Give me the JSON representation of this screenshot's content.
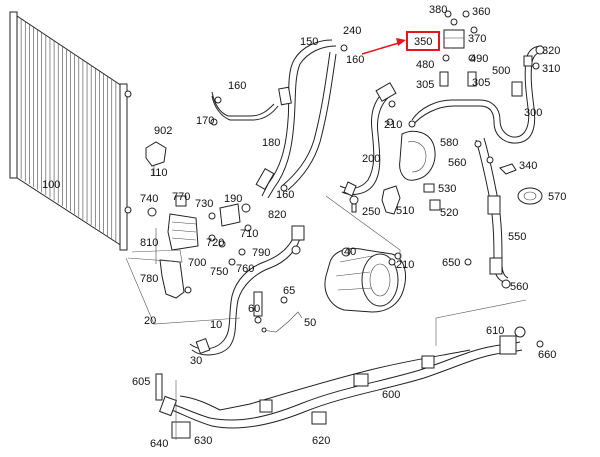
{
  "highlight": {
    "label": "350",
    "color": "#e8141b"
  },
  "colors": {
    "line": "#222222",
    "text": "#111111",
    "background": "#ffffff"
  },
  "labels": [
    {
      "id": "l100",
      "text": "100"
    },
    {
      "id": "l902",
      "text": "902"
    },
    {
      "id": "l110",
      "text": "110"
    },
    {
      "id": "l160a",
      "text": "160"
    },
    {
      "id": "l170",
      "text": "170"
    },
    {
      "id": "l150",
      "text": "150"
    },
    {
      "id": "l180",
      "text": "180"
    },
    {
      "id": "l240",
      "text": "240"
    },
    {
      "id": "l160b",
      "text": "160"
    },
    {
      "id": "l160c",
      "text": "160"
    },
    {
      "id": "l740",
      "text": "740"
    },
    {
      "id": "l770",
      "text": "770"
    },
    {
      "id": "l730",
      "text": "730"
    },
    {
      "id": "l190",
      "text": "190"
    },
    {
      "id": "l820",
      "text": "820"
    },
    {
      "id": "l810",
      "text": "810"
    },
    {
      "id": "l720",
      "text": "720"
    },
    {
      "id": "l710",
      "text": "710"
    },
    {
      "id": "l790",
      "text": "790"
    },
    {
      "id": "l700",
      "text": "700"
    },
    {
      "id": "l760",
      "text": "760"
    },
    {
      "id": "l780",
      "text": "780"
    },
    {
      "id": "l750",
      "text": "750"
    },
    {
      "id": "l20a",
      "text": "20"
    },
    {
      "id": "l10",
      "text": "10"
    },
    {
      "id": "l30",
      "text": "30"
    },
    {
      "id": "l60",
      "text": "60"
    },
    {
      "id": "l65",
      "text": "65"
    },
    {
      "id": "l50",
      "text": "50"
    },
    {
      "id": "l40",
      "text": "40"
    },
    {
      "id": "l200",
      "text": "200"
    },
    {
      "id": "l210a",
      "text": "210"
    },
    {
      "id": "l250",
      "text": "250"
    },
    {
      "id": "l510",
      "text": "510"
    },
    {
      "id": "l210b",
      "text": "210"
    },
    {
      "id": "l380",
      "text": "380"
    },
    {
      "id": "l360",
      "text": "360"
    },
    {
      "id": "l370",
      "text": "370"
    },
    {
      "id": "l490",
      "text": "490"
    },
    {
      "id": "l480",
      "text": "480"
    },
    {
      "id": "l305a",
      "text": "305"
    },
    {
      "id": "l305b",
      "text": "305"
    },
    {
      "id": "l500",
      "text": "500"
    },
    {
      "id": "l320",
      "text": "320"
    },
    {
      "id": "l310",
      "text": "310"
    },
    {
      "id": "l300",
      "text": "300"
    },
    {
      "id": "l580",
      "text": "580"
    },
    {
      "id": "l560",
      "text": "560"
    },
    {
      "id": "l340",
      "text": "340"
    },
    {
      "id": "l530",
      "text": "530"
    },
    {
      "id": "l520",
      "text": "520"
    },
    {
      "id": "l570",
      "text": "570"
    },
    {
      "id": "l550",
      "text": "550"
    },
    {
      "id": "l650",
      "text": "650"
    },
    {
      "id": "l560b",
      "text": "560"
    },
    {
      "id": "l610",
      "text": "610"
    },
    {
      "id": "l660",
      "text": "660"
    },
    {
      "id": "l605",
      "text": "605"
    },
    {
      "id": "l600",
      "text": "600"
    },
    {
      "id": "l640",
      "text": "640"
    },
    {
      "id": "l630",
      "text": "630"
    },
    {
      "id": "l620",
      "text": "620"
    }
  ]
}
